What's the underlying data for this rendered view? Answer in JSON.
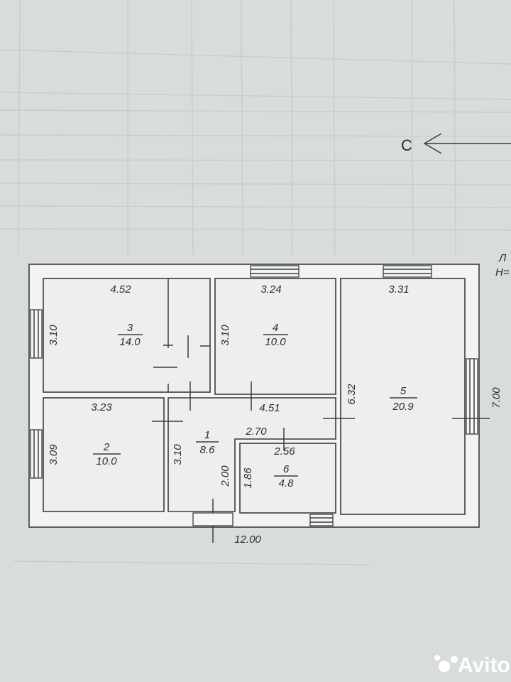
{
  "compass": {
    "label": "С"
  },
  "corner_label": {
    "line1": "Л",
    "line2": "Н="
  },
  "total_width": "12.00",
  "total_height": "7.00",
  "rooms": [
    {
      "number": "1",
      "area": "8.6"
    },
    {
      "number": "2",
      "area": "10.0"
    },
    {
      "number": "3",
      "area": "14.0"
    },
    {
      "number": "4",
      "area": "10.0"
    },
    {
      "number": "5",
      "area": "20.9"
    },
    {
      "number": "6",
      "area": "4.8"
    }
  ],
  "dimensions": {
    "room3_width": "4.52",
    "room3_height": "3.10",
    "room4_width": "3.24",
    "room4_height": "3.10",
    "room5_width": "3.31",
    "room5_height": "6.32",
    "room2_width": "3.23",
    "room2_height": "3.09",
    "hall_width": "4.51",
    "room1_height": "3.10",
    "room1_lower": "2.00",
    "room6_top": "2.70",
    "room6_width": "2.56",
    "room6_height": "1.86"
  },
  "watermark": {
    "text": "Avito"
  },
  "colors": {
    "paper": "#d9ddd9",
    "ink": "#3b3d3c",
    "plan_fill": "#ecefec"
  }
}
